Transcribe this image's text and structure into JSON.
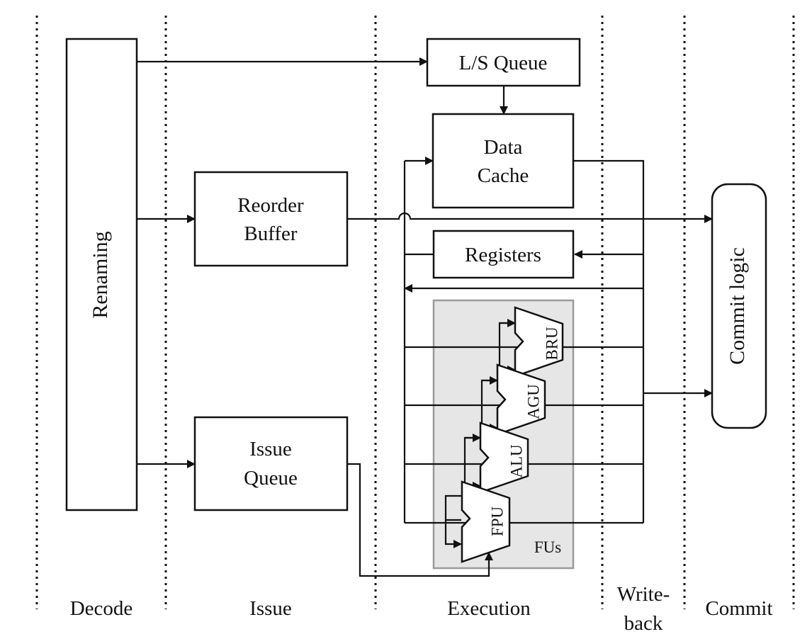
{
  "stages": {
    "decode": "Decode",
    "issue": "Issue",
    "execution": "Execution",
    "writeback_line1": "Write-",
    "writeback_line2": "back",
    "commit": "Commit"
  },
  "blocks": {
    "renaming": "Renaming",
    "ls_queue": "L/S Queue",
    "data_cache_line1": "Data",
    "data_cache_line2": "Cache",
    "reorder_buffer_line1": "Reorder",
    "reorder_buffer_line2": "Buffer",
    "registers": "Registers",
    "issue_queue_line1": "Issue",
    "issue_queue_line2": "Queue",
    "commit_logic": "Commit logic"
  },
  "functional_units": {
    "group_label": "FUs",
    "units": [
      "FPU",
      "ALU",
      "AGU",
      "BRU"
    ]
  }
}
